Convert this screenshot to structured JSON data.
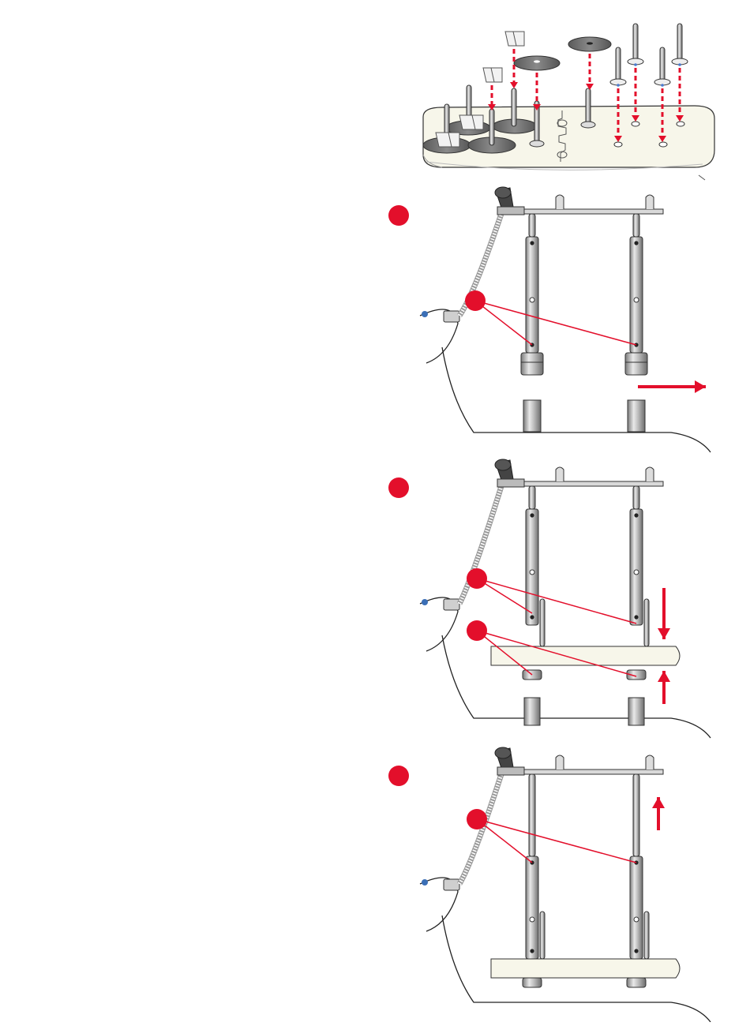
{
  "colors": {
    "accent": "#e30f2b",
    "metal": "#9a9a9a",
    "metal_dark": "#6f6f6f",
    "metal_light": "#e6e6e6",
    "base_fill": "#f7f6ea",
    "disc": "#6b6b6b",
    "line": "#2e2e2e"
  },
  "icons": {
    "step_marker": "filled-red-circle",
    "callout_marker": "filled-red-circle",
    "arrow": "red-arrow"
  },
  "panels": [
    {
      "id": "parts-tray",
      "arrows": "dashed-down"
    },
    {
      "id": "step-a",
      "arrow": "right"
    },
    {
      "id": "step-b",
      "arrows": [
        "down",
        "up"
      ]
    },
    {
      "id": "step-c",
      "arrow": "up"
    }
  ]
}
